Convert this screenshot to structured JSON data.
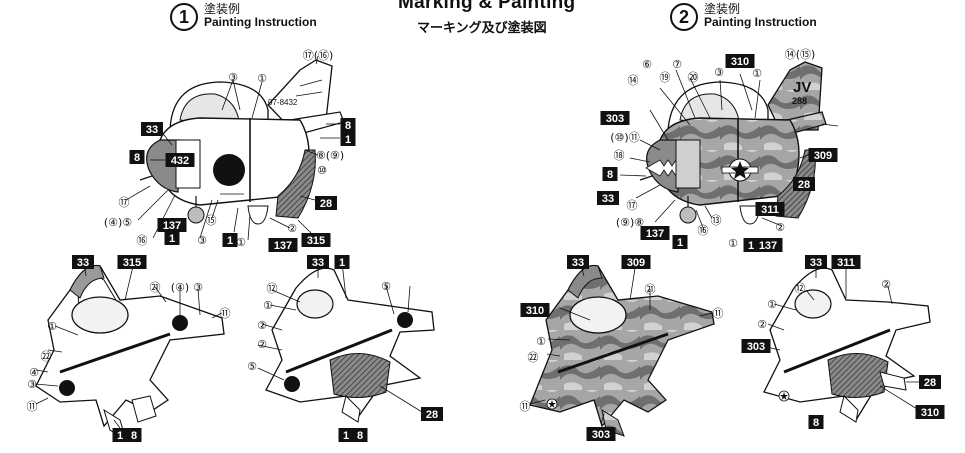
{
  "header": {
    "title": "Marking & Painting",
    "subtitle": "マーキング及び塗装図"
  },
  "schemes": [
    {
      "number": "1",
      "label_jp": "塗装例",
      "label_en": "Painting Instruction",
      "tail_code": "07-8432",
      "nose_number": "432"
    },
    {
      "number": "2",
      "label_jp": "塗装例",
      "label_en": "Painting Instruction",
      "tail_code": "JV",
      "tail_number": "288"
    }
  ],
  "callouts": {
    "s1": [
      "⑰(⑯)",
      "③",
      "①",
      "8",
      "1",
      "⑧(⑨)",
      "⑩",
      "28",
      "315",
      "②",
      "137",
      "①",
      "33",
      "8",
      "432",
      "⑰",
      "(④)⑤",
      "⑯",
      "137",
      "1",
      "⑮",
      "③",
      "1"
    ],
    "s2": [
      "⑭(⑮)",
      "310",
      "①",
      "③",
      "⑳",
      "⑲",
      "⑦",
      "⑥",
      "⑭",
      "8",
      "303",
      "(⑩)⑪",
      "⑱",
      "8",
      "33",
      "⑰",
      "(⑨)⑧",
      "137",
      "1",
      "⑯",
      "⑬",
      "311",
      "①",
      "②",
      "137",
      "1",
      "309",
      "28"
    ],
    "s1_top": [
      "33",
      "315",
      "㉑",
      "(④)",
      "③",
      "⑪",
      "①",
      "㉒",
      "④",
      "③",
      "⑪",
      "1",
      "8"
    ],
    "s1_bottom": [
      "33",
      "1",
      "⑫",
      "①",
      "②",
      "⑤",
      "②",
      "⑤",
      "28",
      "1",
      "8"
    ],
    "s2_top": [
      "33",
      "309",
      "310",
      "㉑",
      "⑪",
      "①",
      "㉒",
      "⑪",
      "303"
    ],
    "s2_bottom": [
      "33",
      "311",
      "⑫",
      "①",
      "②",
      "②",
      "303",
      "28",
      "310",
      "8"
    ]
  },
  "colors": {
    "ink": "#111111",
    "paper": "#ffffff",
    "camo_dark": "#6f6f6f",
    "camo_mid": "#a6a6a6",
    "camo_light": "#d2d2d2",
    "canopy": "#cfcfcf",
    "shade": "#8a8a8a"
  }
}
